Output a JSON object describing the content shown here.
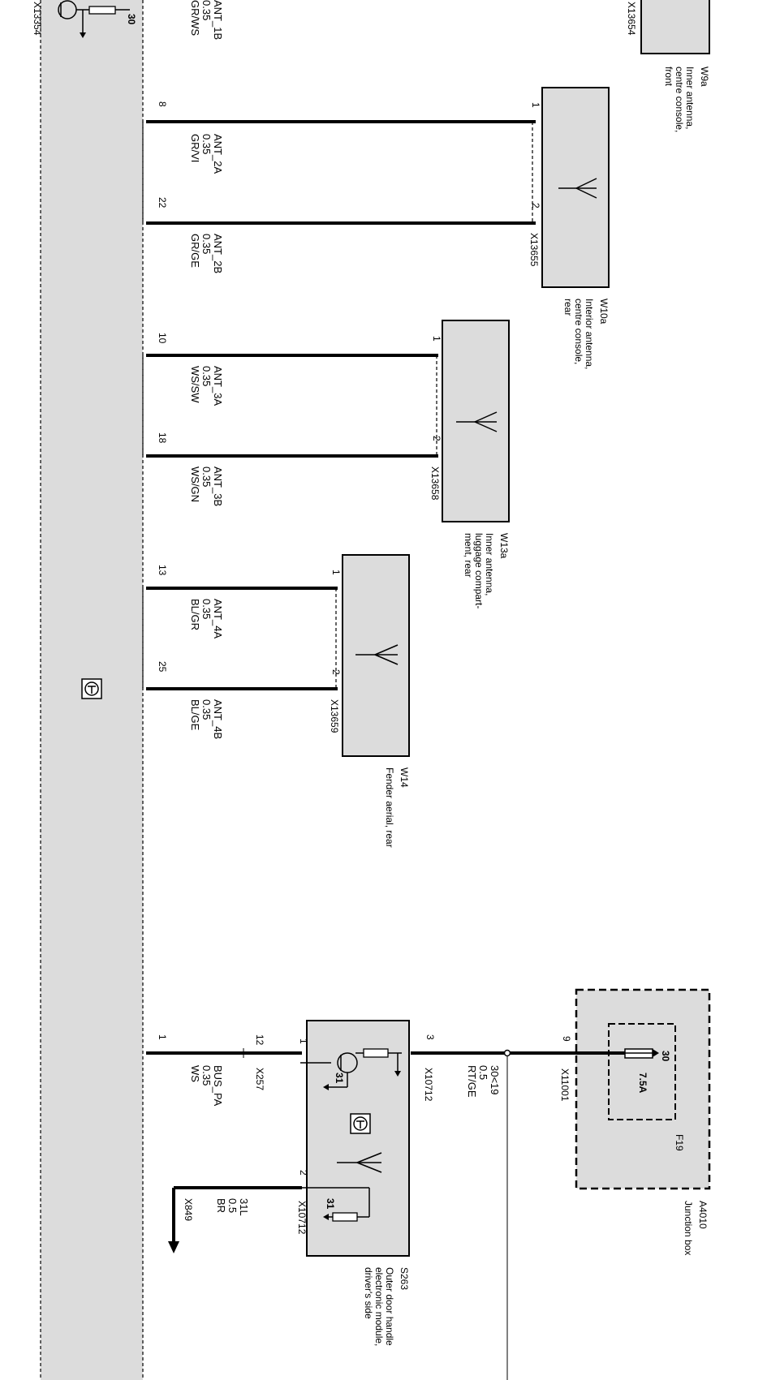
{
  "module": {
    "connector": "X13354",
    "terminal_30": "30"
  },
  "w9a": {
    "id": "W9a",
    "desc": [
      "Inner antenna,",
      "centre console,",
      "front"
    ],
    "connector": "X13654",
    "wire_ant1b": [
      "ANT_1B",
      "0.35",
      "GR/WS"
    ]
  },
  "w10a": {
    "id": "W10a",
    "desc": [
      "Interior antenna,",
      "centre console,",
      "rear"
    ],
    "connector": "X13655",
    "pin1": "1",
    "pin2": "2",
    "wire_a": {
      "pin": "8",
      "lines": [
        "ANT_2A",
        "0.35",
        "GR/VI"
      ]
    },
    "wire_b": {
      "pin": "22",
      "lines": [
        "ANT_2B",
        "0.35",
        "GR/GE"
      ]
    }
  },
  "w13a": {
    "id": "W13a",
    "desc": [
      "Inner antenna,",
      "luggage compart-",
      "ment, rear"
    ],
    "connector": "X13658",
    "pin1": "1",
    "pin2": "2",
    "wire_a": {
      "pin": "10",
      "lines": [
        "ANT_3A",
        "0.35",
        "WS/SW"
      ]
    },
    "wire_b": {
      "pin": "18",
      "lines": [
        "ANT_3B",
        "0.35",
        "WS/GN"
      ]
    }
  },
  "w14": {
    "id": "W14",
    "desc": [
      "Fender aerial, rear"
    ],
    "connector": "X13659",
    "pin1": "1",
    "pin2": "2",
    "wire_a": {
      "pin": "13",
      "lines": [
        "ANT_4A",
        "0.35",
        "BL/GR"
      ]
    },
    "wire_b": {
      "pin": "25",
      "lines": [
        "ANT_4B",
        "0.35",
        "BL/GE"
      ]
    }
  },
  "a4010": {
    "id": "A4010",
    "desc": [
      "Junction box"
    ],
    "fuse_id": "F19",
    "fuse_terminal": "30",
    "fuse_rating": "7.5A",
    "connector": "X11001",
    "pin": "9"
  },
  "s263": {
    "id": "S263",
    "desc": [
      "Outer door handle",
      "electronic module,",
      "driver's side"
    ],
    "connector": "X10712",
    "pin3": "3",
    "pin1": "1",
    "pin2": "2",
    "ground_terminal_1": "31",
    "ground_terminal_2": "31",
    "supply_wire": [
      "30<19",
      "0.5",
      "RT/GE"
    ],
    "ground_wire": [
      "31L",
      "0.5",
      "BR"
    ],
    "ground_connector": "X849"
  },
  "bus": {
    "pin_module": "1",
    "pin_x257": "12",
    "connector": "X257",
    "lines": [
      "BUS_PA",
      "0.35",
      "WS"
    ]
  }
}
